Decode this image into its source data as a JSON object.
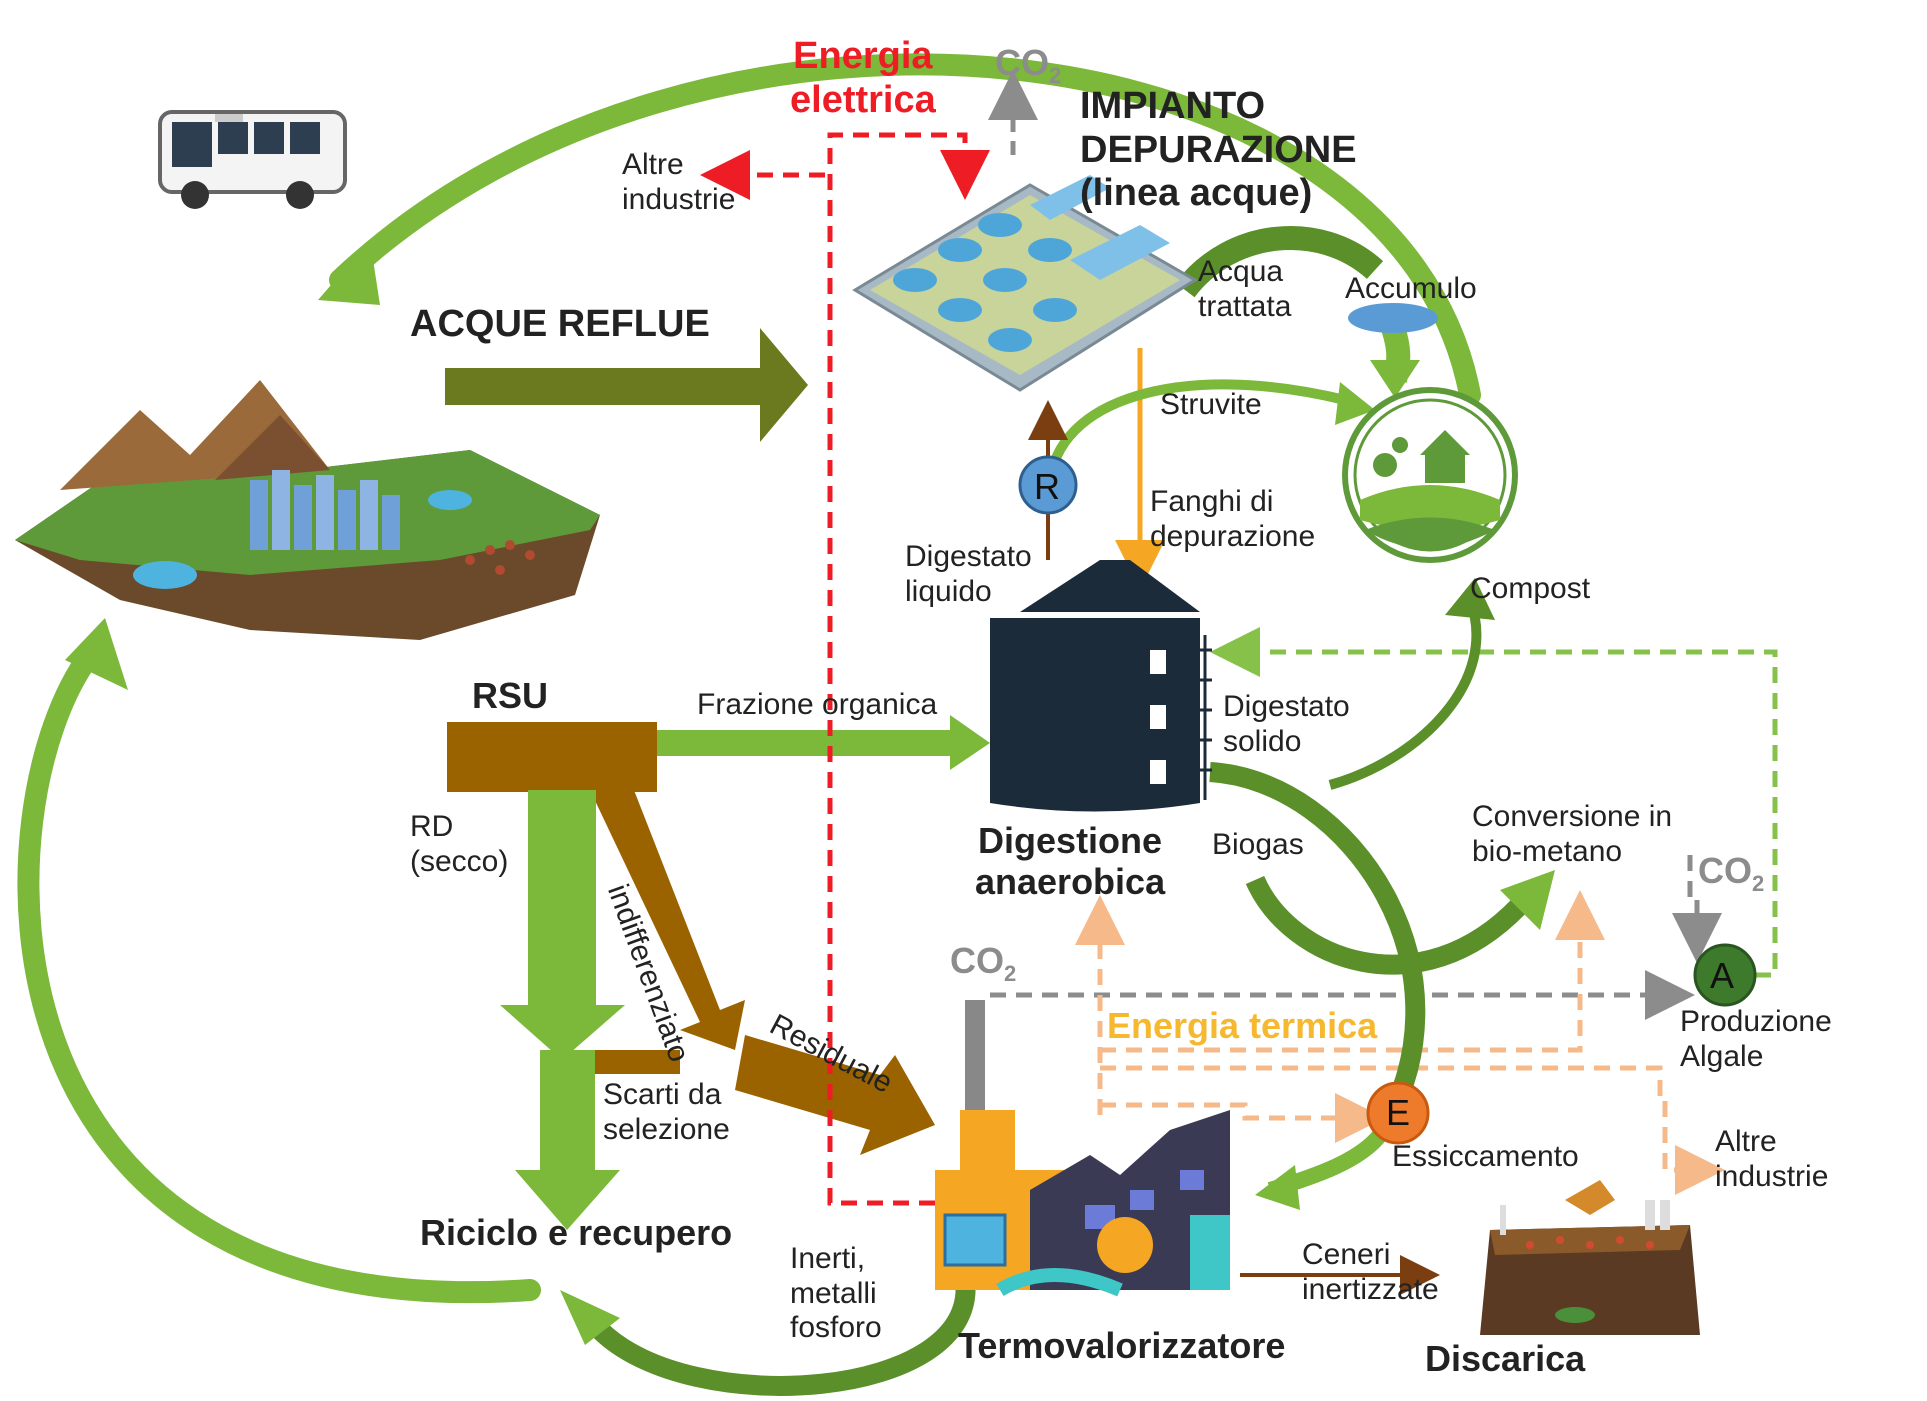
{
  "labels": {
    "energia_elettrica": "Energia\nelettrica",
    "co2_top": "CO",
    "co2_sub": "2",
    "impianto": "IMPIANTO\nDEPURAZIONE\n(linea acque)",
    "altre_industrie_top": "Altre\nindustrie",
    "acque_reflue": "ACQUE REFLUE",
    "acqua_trattata": "Acqua\ntrattata",
    "accumulo": "Accumulo",
    "struvite": "Struvite",
    "r_node": "R",
    "fanghi": "Fanghi di\ndepurazione",
    "digestato_liquido": "Digestato\nliquido",
    "compost": "Compost",
    "rsu": "RSU",
    "frazione_organica": "Frazione organica",
    "digestato_solido": "Digestato\nsolido",
    "digestione": "Digestione\nanaerobica",
    "biogas": "Biogas",
    "conversione": "Conversione in\nbio-metano",
    "co2_right": "CO",
    "rd": "RD\n(secco)",
    "indifferenziato": "indifferenziato",
    "residuale": "Residuale",
    "co2_mid": "CO",
    "a_node": "A",
    "produzione_algale": "Produzione\nAlgale",
    "energia_termica": "Energia termica",
    "scarti": "Scarti da\nselezione",
    "e_node": "E",
    "essiccamento": "Essiccamento",
    "altre_industrie_bottom": "Altre\nindustrie",
    "riciclo": "Riciclo e recupero",
    "inerti": "Inerti,\nmetalli\nfosforo",
    "ceneri": "Ceneri\ninertizzate",
    "termovalorizzatore": "Termovalorizzatore",
    "discarica": "Discarica"
  },
  "colors": {
    "green": "#7cb83a",
    "dark_green": "#5a8f29",
    "olive": "#6b7a1f",
    "brown": "#9a6300",
    "red_dashed": "#ee1c25",
    "orange_dashed": "#f5b98a",
    "gray_dashed": "#8c8c8c",
    "light_green_dashed": "#86c14a",
    "digester": "#1c2b3a",
    "node_blue": "#5b9bd5",
    "node_orange": "#ee7a2c",
    "node_green": "#3e7a2b"
  },
  "icons": [
    "bus-icon",
    "city-island-icon",
    "treatment-plant-icon",
    "farm-icon",
    "digester-silo-icon",
    "incinerator-plant-icon",
    "landfill-icon"
  ]
}
